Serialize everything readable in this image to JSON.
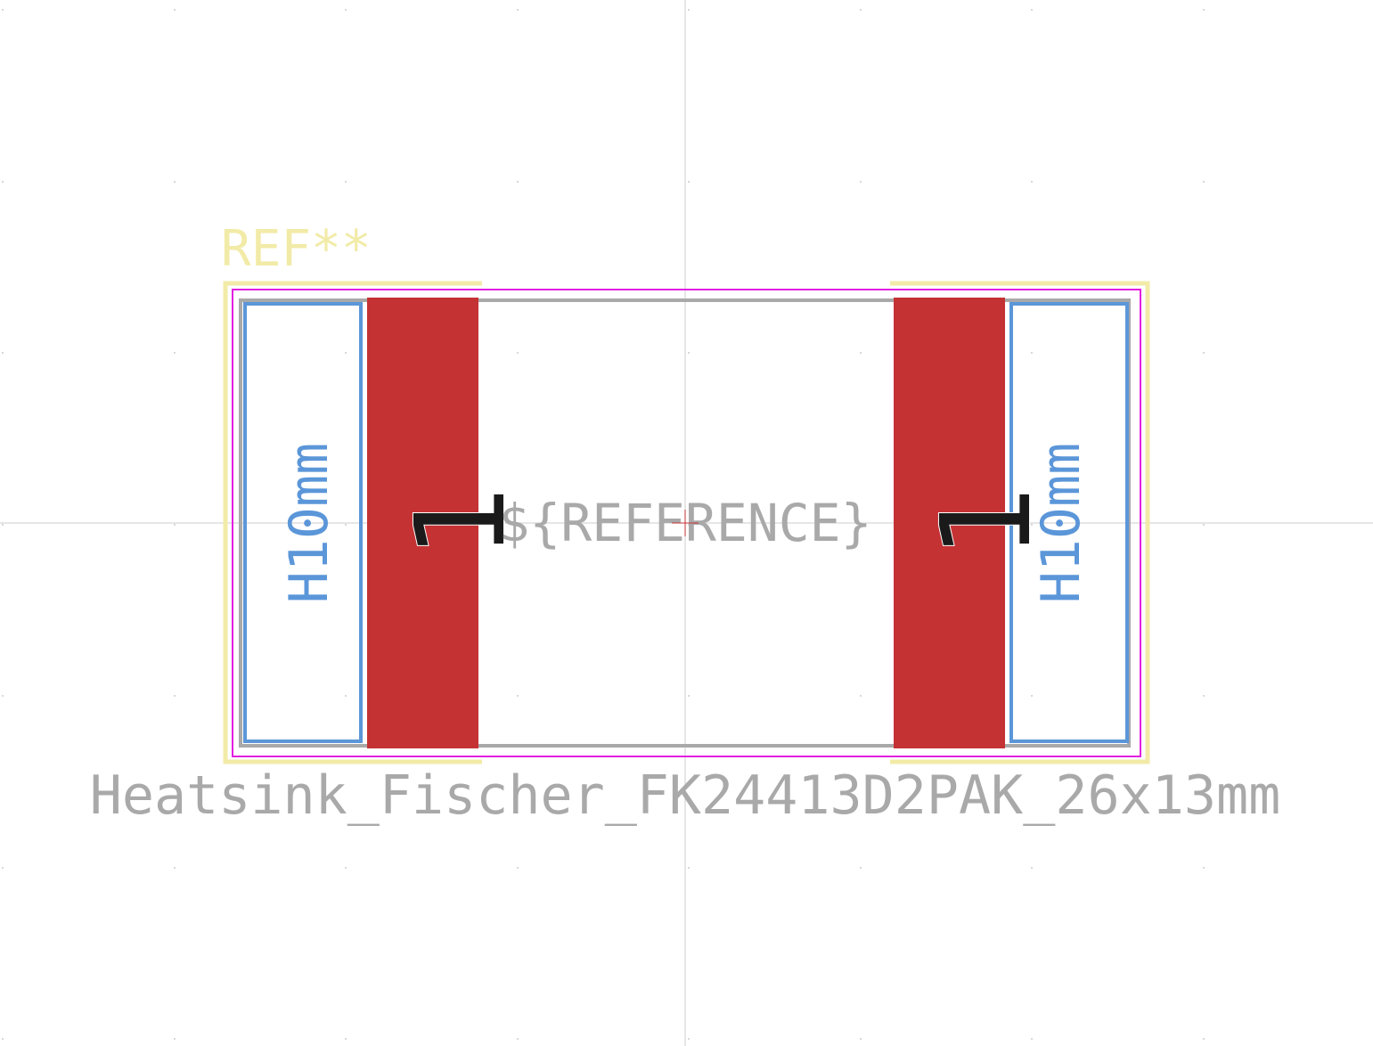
{
  "footprint": {
    "reference_label": "REF**",
    "reference_field": "${REFERENCE}",
    "value_label": "Heatsink_Fischer_FK24413D2PAK_26x13mm",
    "pads": [
      {
        "number": "1",
        "side": "left"
      },
      {
        "number": "1",
        "side": "right"
      }
    ],
    "fab_labels": [
      {
        "text": "H10mm",
        "side": "left"
      },
      {
        "text": "H10mm",
        "side": "right"
      }
    ]
  },
  "colors": {
    "background": "#ffffff",
    "grid_dot": "#d8d8d8",
    "axis": "#cccccc",
    "silkscreen": "#f2eba8",
    "courtyard": "#e21fe0",
    "fabrication": "#a9a9a9",
    "user_drawing": "#5b96d9",
    "pad": "#c53234",
    "pad_number": "#1a1a1a",
    "anchor": "#c53234"
  }
}
